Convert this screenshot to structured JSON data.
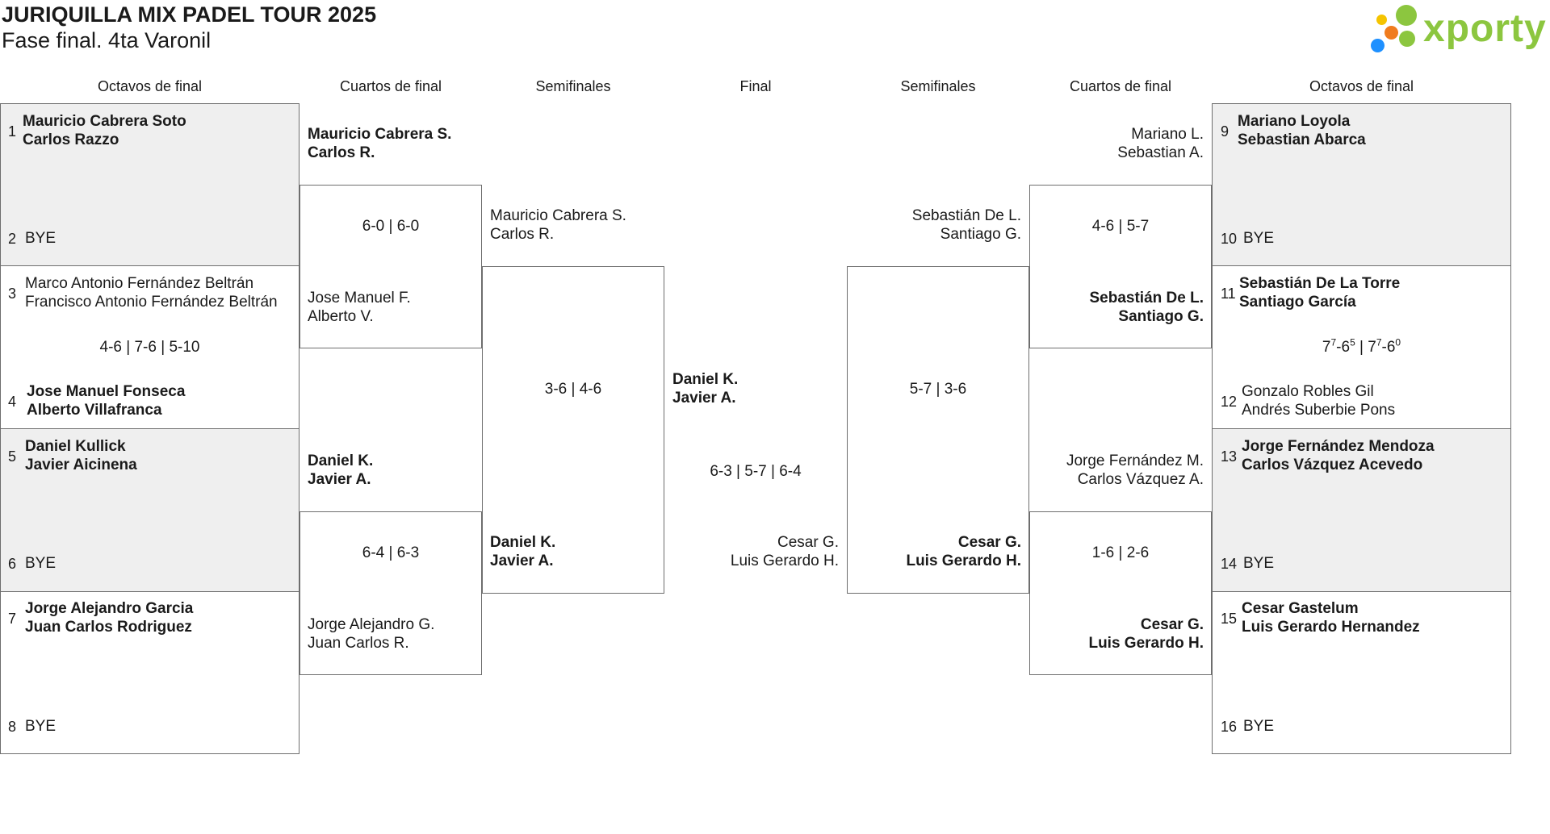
{
  "header": {
    "title": "JURIQUILLA MIX PADEL TOUR 2025",
    "subtitle": "Fase final. 4ta Varonil",
    "brand": "xporty",
    "brand_color": "#8cc63f"
  },
  "rounds": {
    "left_r16": "Octavos de final",
    "left_qf": "Cuartos de final",
    "left_sf": "Semifinales",
    "final": "Final",
    "right_sf": "Semifinales",
    "right_qf": "Cuartos de final",
    "right_r16": "Octavos de final"
  },
  "left_r16": {
    "s1": "1",
    "s1_p1": "Mauricio Cabrera Soto",
    "s1_p2": "Carlos Razzo",
    "s2": "2",
    "s2_p1": "BYE",
    "s3": "3",
    "s3_p1": "Marco Antonio Fernández Beltrán",
    "s3_p2": "Francisco Antonio Fernández Beltrán",
    "m2_score": "4-6 | 7-6 | 5-10",
    "s4": "4",
    "s4_p1": "Jose Manuel Fonseca",
    "s4_p2": "Alberto Villafranca",
    "s5": "5",
    "s5_p1": "Daniel Kullick",
    "s5_p2": "Javier Aicinena",
    "s6": "6",
    "s6_p1": "BYE",
    "s7": "7",
    "s7_p1": "Jorge Alejandro Garcia",
    "s7_p2": "Juan Carlos Rodriguez",
    "s8": "8",
    "s8_p1": "BYE"
  },
  "left_qf": {
    "a_p1": "Mauricio Cabrera S.",
    "a_p2": "Carlos R.",
    "m1_score": "6-0 | 6-0",
    "b_p1": "Jose Manuel F.",
    "b_p2": "Alberto V.",
    "c_p1": "Daniel K.",
    "c_p2": "Javier A.",
    "m2_score": "6-4 | 6-3",
    "d_p1": "Jorge Alejandro G.",
    "d_p2": "Juan Carlos R."
  },
  "left_sf": {
    "a_p1": "Mauricio Cabrera S.",
    "a_p2": "Carlos R.",
    "score": "3-6 | 4-6",
    "b_p1": "Daniel K.",
    "b_p2": "Javier A."
  },
  "final": {
    "a_p1": "Daniel K.",
    "a_p2": "Javier A.",
    "score": "6-3 | 5-7 | 6-4",
    "b_p1": "Cesar G.",
    "b_p2": "Luis Gerardo H."
  },
  "right_sf": {
    "a_p1": "Sebastián De L.",
    "a_p2": "Santiago G.",
    "score": "5-7 | 3-6",
    "b_p1": "Cesar G.",
    "b_p2": "Luis Gerardo H."
  },
  "right_qf": {
    "a_p1": "Mariano L.",
    "a_p2": "Sebastian A.",
    "m1_score": "4-6 | 5-7",
    "b_p1": "Sebastián De L.",
    "b_p2": "Santiago G.",
    "c_p1": "Jorge Fernández M.",
    "c_p2": "Carlos Vázquez A.",
    "m2_score": "1-6 | 2-6",
    "d_p1": "Cesar G.",
    "d_p2": "Luis Gerardo H."
  },
  "right_r16": {
    "s9": "9",
    "s9_p1": "Mariano Loyola",
    "s9_p2": "Sebastian Abarca",
    "s10": "10",
    "s10_p1": "BYE",
    "s11": "11",
    "s11_p1": "Sebastián De La Torre",
    "s11_p2": "Santiago García",
    "m_score_set1": "7",
    "m_score_tb1": "7",
    "m_score_set1b": "-6",
    "m_score_tb1b": "5",
    "m_score_sep": " | ",
    "m_score_set2": "7",
    "m_score_tb2": "7",
    "m_score_set2b": "-6",
    "m_score_tb2b": "0",
    "s12": "12",
    "s12_p1": "Gonzalo Robles Gil",
    "s12_p2": "Andrés Suberbie Pons",
    "s13": "13",
    "s13_p1": "Jorge Fernández Mendoza",
    "s13_p2": "Carlos Vázquez Acevedo",
    "s14": "14",
    "s14_p1": "BYE",
    "s15": "15",
    "s15_p1": "Cesar Gastelum",
    "s15_p2": "Luis Gerardo Hernandez",
    "s16": "16",
    "s16_p1": "BYE"
  }
}
